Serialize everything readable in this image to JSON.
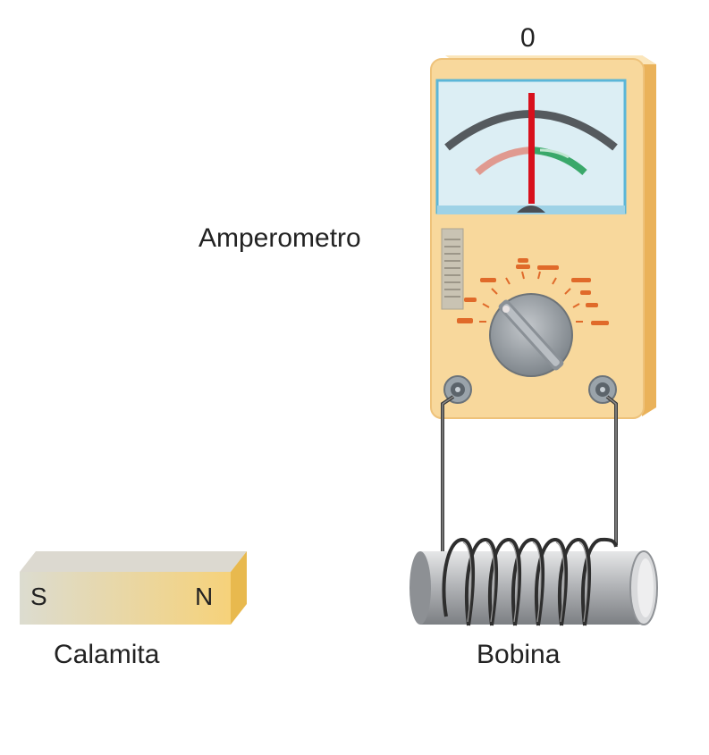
{
  "labels": {
    "zero": "0",
    "ammeter": "Amperometro",
    "magnet": "Calamita",
    "coil": "Bobina",
    "pole_s": "S",
    "pole_n": "N"
  },
  "colors": {
    "meter_body": "#f8d89c",
    "meter_side": "#f2c06a",
    "meter_window": "#dceef4",
    "needle": "#d8101c",
    "scale_arc": "#555a5e",
    "scale_red": "#e09a90",
    "scale_green": "#3aa86a",
    "knob": "#9aa0a6",
    "coil_core": "#b8babd",
    "wire": "#333333",
    "magnet_face": "#e8d6a8",
    "magnet_top": "#ddd9cf"
  }
}
